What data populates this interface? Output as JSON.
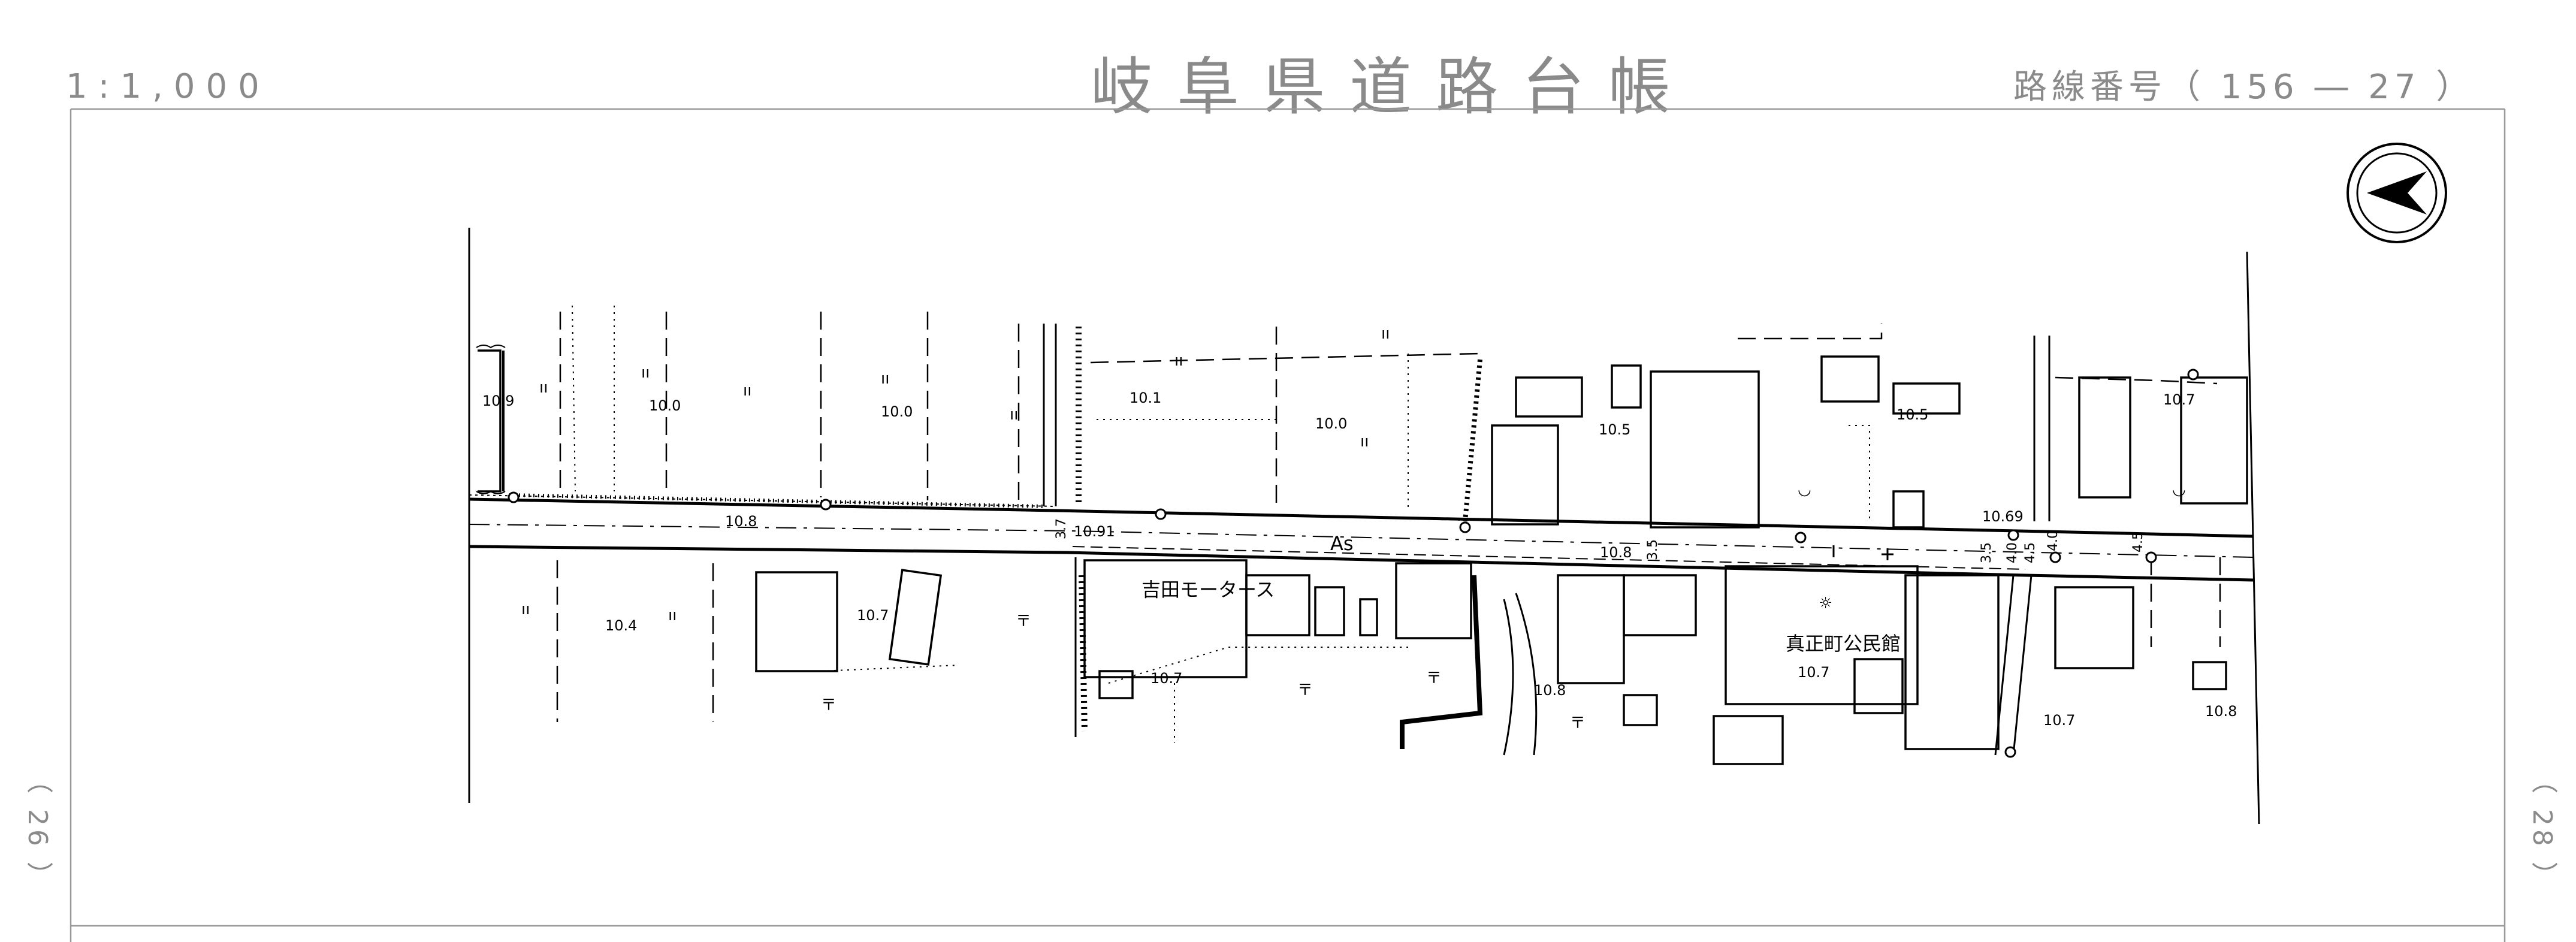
{
  "header": {
    "scale": "1:1,000",
    "title": "岐阜県道路台帳",
    "route_number": "路線番号（ 156 ― 27 ）"
  },
  "margin": {
    "left_ref": "（ 26 ）",
    "right_ref": "（ 28 ）"
  },
  "map": {
    "labels": {
      "e109": "10.9",
      "e100a": "10.0",
      "e100b": "10.0",
      "e101": "10.1",
      "e100c": "10.0",
      "e105": "10.5",
      "e105b": "10.5",
      "e107top": "10.7",
      "e108road": "10.8",
      "e1091": "10.91",
      "as": "As",
      "e108mid": "10.8",
      "e1069": "10.69",
      "e104": "10.4",
      "e107a": "10.7",
      "e107b": "10.7",
      "e108b": "10.8",
      "e107c": "10.7",
      "e107d": "10.7",
      "e108c": "10.8",
      "yoshida": "吉田モータース",
      "hall": "真正町公民館",
      "w37": "3.7",
      "w35a": "3.5",
      "w35b": "3.5",
      "w40a": "4.0",
      "w45a": "4.5",
      "w40b": "4.0",
      "w45b": "4.5"
    }
  }
}
